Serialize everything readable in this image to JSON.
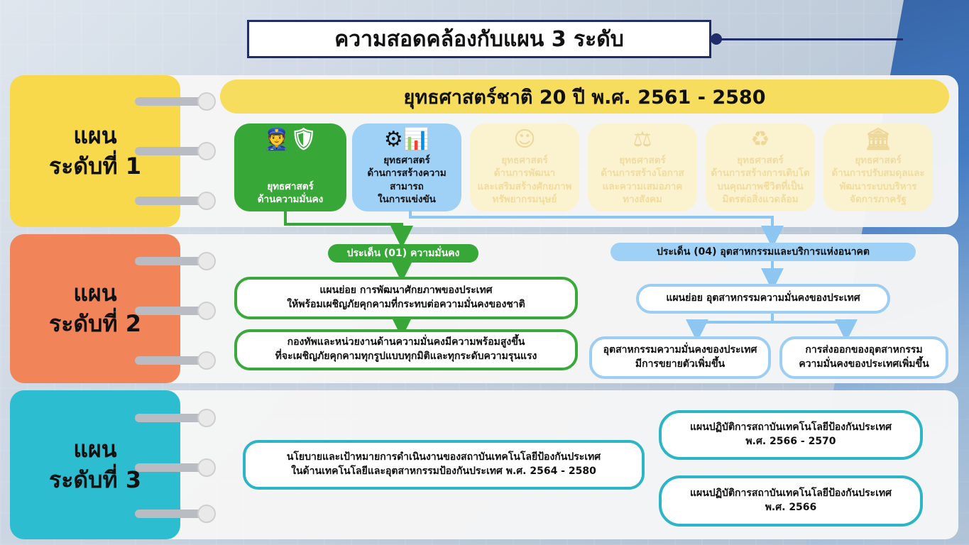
{
  "header": {
    "title": "ความสอดคล้องกับแผน 3 ระดับ"
  },
  "levels": [
    {
      "line1": "แผน",
      "line2": "ระดับที่ 1",
      "color": "#f8d94c"
    },
    {
      "line1": "แผน",
      "line2": "ระดับที่ 2",
      "color": "#f2845a"
    },
    {
      "line1": "แผน",
      "line2": "ระดับที่ 3",
      "color": "#2cbdd0"
    }
  ],
  "level1": {
    "banner": "ยุทธศาสตร์ชาติ 20 ปี พ.ศ. 2561 - 2580",
    "strategies": [
      {
        "text": "ยุทธศาสตร์\nด้านความมั่นคง",
        "icon": "soldiers-icon",
        "state": "active-green"
      },
      {
        "text": "ยุทธศาสตร์\nด้านการสร้างความสามารถ\nในการแข่งขัน",
        "icon": "gear-chart-icon",
        "state": "active-blue"
      },
      {
        "text": "ยุทธศาสตร์\nด้านการพัฒนา\nและเสริมสร้างศักยภาพ\nทรัพยากรมนุษย์",
        "icon": "people-growth-icon",
        "state": "faded"
      },
      {
        "text": "ยุทธศาสตร์\nด้านการสร้างโอกาส\nและความเสมอภาค\nทางสังคม",
        "icon": "scales-icon",
        "state": "faded"
      },
      {
        "text": "ยุทธศาสตร์\nด้านการสร้างการเติบโต\nบนคุณภาพชีวิตที่เป็น\nมิตรต่อสิ่งแวดล้อม",
        "icon": "eco-hands-icon",
        "state": "faded"
      },
      {
        "text": "ยุทธศาสตร์\nด้านการปรับสมดุลและ\nพัฒนาระบบบริหาร\nจัดการภาครัฐ",
        "icon": "government-icon",
        "state": "faded"
      }
    ]
  },
  "level2": {
    "green_issue": "ประเด็น (01) ความมั่นคง",
    "green_sub": "แผนย่อย การพัฒนาศักยภาพของประเทศ\nให้พร้อมเผชิญภัยคุกคามที่กระทบต่อความมั่นคงของชาติ",
    "green_target": "กองทัพและหน่วยงานด้านความมั่นคงมีความพร้อมสูงขึ้น\nที่จะเผชิญภัยคุกคามทุกรูปแบบทุกมิติและทุกระดับความรุนแรง",
    "blue_issue": "ประเด็น (04) อุตสาหกรรมและบริการแห่งอนาคต",
    "blue_sub": "แผนย่อย อุตสาหกรรมความมั่นคงของประเทศ",
    "blue_target_1": "อุตสาหกรรมความมั่นคงของประเทศ\nมีการขยายตัวเพิ่มขึ้น",
    "blue_target_2": "การส่งออกของอุตสาหกรรม\nความมั่นคงของประเทศเพิ่มขึ้น"
  },
  "level3": {
    "policy": "นโยบายและเป้าหมายการดำเนินงานของสถาบันเทคโนโลยีป้องกันประเทศ\nในด้านเทคโนโลยีและอุตสาหกรรมป้องกันประเทศ พ.ศ. 2564 - 2580",
    "plan_1": "แผนปฏิบัติการสถาบันเทคโนโลยีป้องกันประเทศ\nพ.ศ. 2566 - 2570",
    "plan_2": "แผนปฏิบัติการสถาบันเทคโนโลยีป้องกันประเทศ\nพ.ศ. 2566"
  }
}
